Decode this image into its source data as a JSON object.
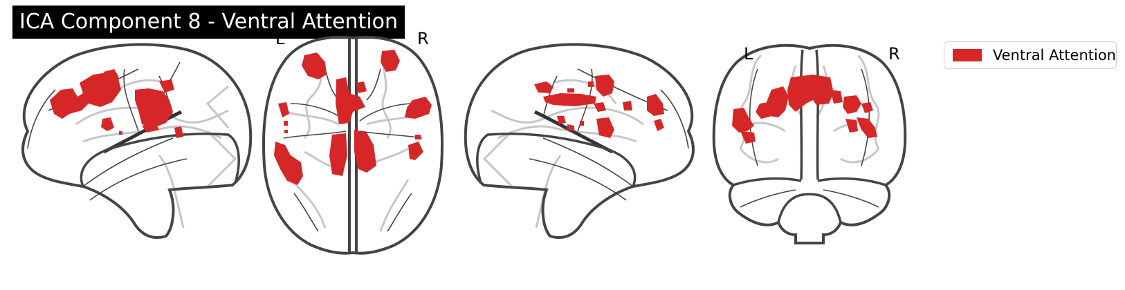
{
  "title": "ICA Component 8 - Ventral Attention",
  "views": {
    "axial": {
      "left_label": "L",
      "right_label": "R"
    },
    "coronal": {
      "left_label": "L",
      "right_label": "R"
    }
  },
  "legend": {
    "label": "Ventral Attention",
    "color": "#d62728"
  },
  "colors": {
    "activation": "#d62728",
    "outline": "#444444",
    "gyri": "#c0c0c0"
  }
}
